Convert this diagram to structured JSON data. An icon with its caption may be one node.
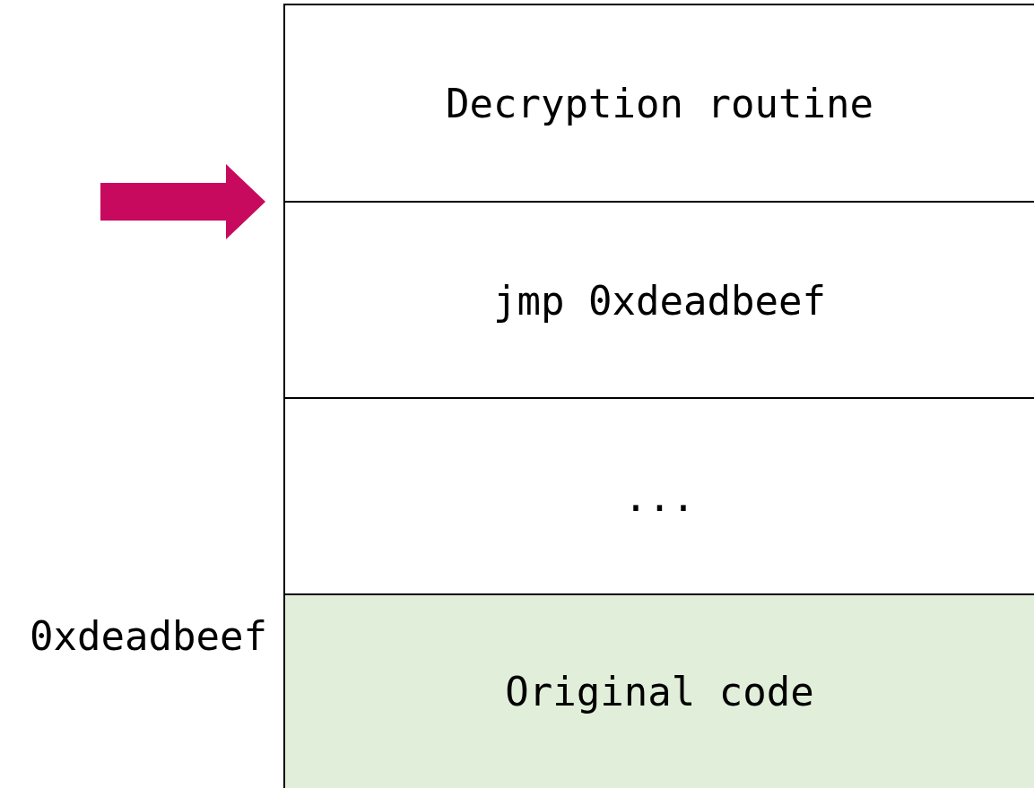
{
  "diagram": {
    "nodes": [
      {
        "text": [
          "Decryption routine"
        ]
      },
      {
        "text": [
          "jmp 0xdeadbeef"
        ]
      },
      {
        "text": [
          "..."
        ]
      },
      {
        "text": [
          "Original code"
        ],
        "beside": [
          "0xdeadbeef"
        ]
      }
    ],
    "edges": [
      {
        "from": null,
        "to": 1,
        "arrow": "to",
        "color": "#c80a5f"
      }
    ]
  }
}
